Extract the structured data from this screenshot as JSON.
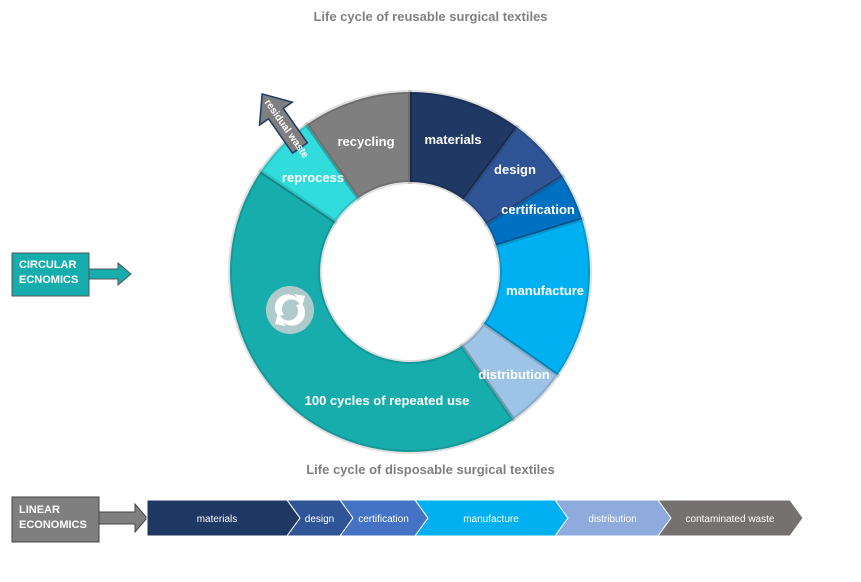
{
  "circular": {
    "title": "Life cycle of reusable surgical textiles",
    "label_line1": "CIRCULAR",
    "label_line2": "ECNOMICS",
    "residual_waste": "residual waste",
    "recycle_icon": "recycle-icon",
    "segments": [
      {
        "label": "materials",
        "color": "#1f3864"
      },
      {
        "label": "design",
        "color": "#2f5597"
      },
      {
        "label": "certification",
        "color": "#0070c0"
      },
      {
        "label": "manufacture",
        "color": "#00b0f0"
      },
      {
        "label": "distribution",
        "color": "#9dc3e6"
      },
      {
        "label": "100 cycles of repeated use",
        "color": "#17adad"
      },
      {
        "label": "reprocess",
        "color": "#33dcdc"
      },
      {
        "label": "recycling",
        "color": "#7f7f7f"
      }
    ]
  },
  "linear": {
    "title": "Life cycle of disposable surgical textiles",
    "label_line1": "LINEAR",
    "label_line2": "ECONOMICS",
    "steps": [
      {
        "label": "materials",
        "color": "#1f3864"
      },
      {
        "label": "design",
        "color": "#2f5597"
      },
      {
        "label": "certification",
        "color": "#4472c4"
      },
      {
        "label": "manufacture",
        "color": "#00b0f0"
      },
      {
        "label": "distribution",
        "color": "#8faadc"
      },
      {
        "label": "contaminated waste",
        "color": "#767171"
      }
    ]
  }
}
